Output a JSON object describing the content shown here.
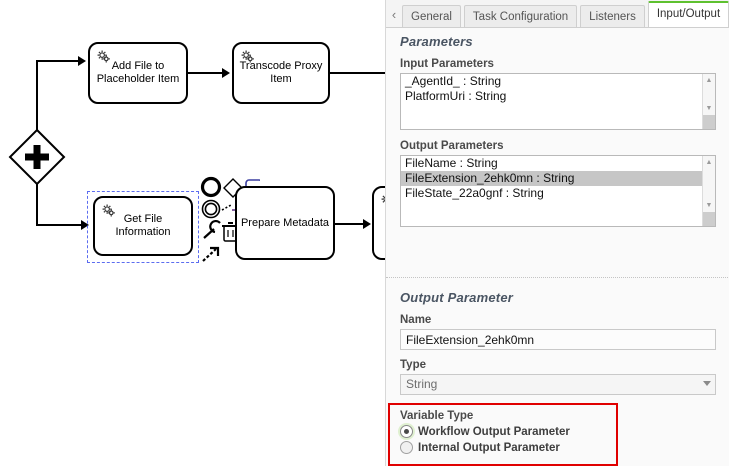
{
  "diagram": {
    "name": "bpmn-process-diagram",
    "gateway": {
      "label": "",
      "type": "parallel-gateway"
    },
    "tasks": [
      {
        "id": "add-file",
        "label": "Add File to Placeholder Item",
        "icon": "service-task-gear-icon",
        "selected": false
      },
      {
        "id": "transcode",
        "label": "Transcode Proxy Item",
        "icon": "service-task-gear-icon",
        "selected": false
      },
      {
        "id": "get-file",
        "label": "Get File Information",
        "icon": "service-task-gear-icon",
        "selected": true
      },
      {
        "id": "prepare",
        "label": "Prepare Metadata",
        "icon": "service-task-gear-icon",
        "selected": false
      },
      {
        "id": "next-task",
        "label": "",
        "icon": "service-task-gear-icon",
        "selected": false
      }
    ],
    "context_pad": [
      {
        "name": "append-end-event-icon",
        "glyph": "end-event"
      },
      {
        "name": "append-gateway-icon",
        "glyph": "gateway"
      },
      {
        "name": "append-task-icon",
        "glyph": "task"
      },
      {
        "name": "append-intermediate-event-icon",
        "glyph": "intermediate-event"
      },
      {
        "name": "change-type-wrench-icon",
        "glyph": "wrench"
      },
      {
        "name": "delete-trash-icon",
        "glyph": "trash"
      },
      {
        "name": "connect-arrow-icon",
        "glyph": "connect"
      }
    ]
  },
  "panel": {
    "name": "properties-panel",
    "tab_scroll_left": "‹",
    "tabs": [
      {
        "id": "general",
        "label": "General",
        "active": false
      },
      {
        "id": "task-configuration",
        "label": "Task Configuration",
        "active": false
      },
      {
        "id": "listeners",
        "label": "Listeners",
        "active": false
      },
      {
        "id": "input-output",
        "label": "Input/Output",
        "active": true
      }
    ],
    "parameters": {
      "title": "Parameters",
      "input_label": "Input Parameters",
      "input_items": [
        "_AgentId_ : String",
        "PlatformUri : String"
      ],
      "output_label": "Output Parameters",
      "output_items": [
        {
          "text": "FileName : String",
          "selected": false
        },
        {
          "text": "FileExtension_2ehk0mn : String",
          "selected": true
        },
        {
          "text": "FileState_22a0gnf : String",
          "selected": false
        }
      ]
    },
    "output_parameter": {
      "title": "Output Parameter",
      "name_label": "Name",
      "name_value": "FileExtension_2ehk0mn",
      "type_label": "Type",
      "type_value": "String",
      "variable_type_label": "Variable Type",
      "options": [
        {
          "label": "Workflow Output Parameter",
          "selected": true
        },
        {
          "label": "Internal Output Parameter",
          "selected": false
        }
      ]
    },
    "highlight_color": "#e00000",
    "active_tab_accent": "#5ec12f",
    "selection_color": "#c6c6c6"
  }
}
